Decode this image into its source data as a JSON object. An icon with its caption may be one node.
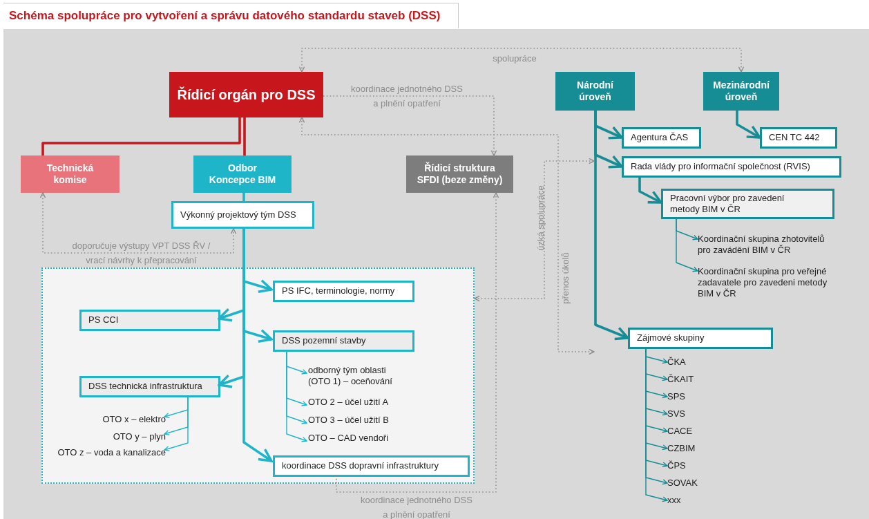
{
  "diagram": {
    "title": "Schéma spolupráce pro vytvoření a správu datového standardu staveb (DSS)",
    "nodes": [
      {
        "text": [
          "Řídicí orgán pro DSS"
        ]
      },
      {
        "text": [
          "Technická komise"
        ]
      },
      {
        "text": [
          "Odbor Koncepce BIM"
        ]
      },
      {
        "text": [
          "Výkonný projektový tým DSS"
        ]
      },
      {
        "text": [
          "Řídicí struktura SFDI (beze změny)"
        ]
      },
      {
        "text": [],
        "shape": "box"
      },
      {
        "text": [
          "PS IFC, terminologie, normy"
        ],
        "in": 5
      },
      {
        "text": [
          "PS CCI"
        ],
        "in": 5
      },
      {
        "text": [
          "DSS pozemní stavby"
        ],
        "in": 5
      },
      {
        "text": [
          "odborný tým oblasti (OTO 1) – oceňování"
        ],
        "in": 5
      },
      {
        "text": [
          "OTO 2 – účel užití A"
        ],
        "in": 5
      },
      {
        "text": [
          "OTO 3 – účel užití B"
        ],
        "in": 5
      },
      {
        "text": [
          "OTO – CAD vendoři"
        ],
        "in": 5
      },
      {
        "text": [
          "DSS technická infrastruktura"
        ],
        "in": 5
      },
      {
        "text": [
          "OTO x – elektro"
        ],
        "in": 5
      },
      {
        "text": [
          "OTO y – plyn"
        ],
        "in": 5
      },
      {
        "text": [
          "OTO z – voda a kanalizace"
        ],
        "in": 5
      },
      {
        "text": [
          "koordinace DSS dopravní infrastruktury"
        ],
        "in": 5
      },
      {
        "text": [
          "Národní úroveň"
        ]
      },
      {
        "text": [
          "Mezinárodní úroveň"
        ]
      },
      {
        "text": [
          "Agentura ČAS"
        ]
      },
      {
        "text": [
          "CEN TC 442"
        ]
      },
      {
        "text": [
          "Rada vlády pro informační společnost (RVIS)"
        ]
      },
      {
        "text": [
          "Pracovní výbor pro zavedení metody BIM v ČR"
        ]
      },
      {
        "text": [
          "Koordinační skupina zhotovitelů pro zavádění BIM v ČR"
        ]
      },
      {
        "text": [
          "Koordinační skupina pro veřejné zadavatele pro zavedeni metody BIM v ČR"
        ]
      },
      {
        "text": [
          "Zájmové skupiny"
        ]
      },
      {
        "text": [
          "ČKA"
        ]
      },
      {
        "text": [
          "ČKAIT"
        ]
      },
      {
        "text": [
          "SPS"
        ]
      },
      {
        "text": [
          "SVS"
        ]
      },
      {
        "text": [
          "CACE"
        ]
      },
      {
        "text": [
          "CZBIM"
        ]
      },
      {
        "text": [
          "ČPS"
        ]
      },
      {
        "text": [
          "SOVAK"
        ]
      },
      {
        "text": [
          "xxx"
        ]
      }
    ],
    "edges": [
      {
        "from": 0,
        "to": 1,
        "arrow": "none",
        "style": "thick",
        "color": "#c8161d"
      },
      {
        "from": 0,
        "to": 2,
        "arrow": "none",
        "style": "thick",
        "color": "#c8161d"
      },
      {
        "from": 2,
        "to": 3,
        "arrow": "none",
        "style": "thick",
        "color": "#1fb5c9"
      },
      {
        "from": 3,
        "to": 6,
        "arrow": "to",
        "style": "thick",
        "color": "#1fb5c9"
      },
      {
        "from": 3,
        "to": 7,
        "arrow": "to",
        "style": "thick",
        "color": "#1fb5c9"
      },
      {
        "from": 3,
        "to": 8,
        "arrow": "to",
        "style": "thick",
        "color": "#1fb5c9"
      },
      {
        "from": 3,
        "to": 13,
        "arrow": "to",
        "style": "thick",
        "color": "#1fb5c9"
      },
      {
        "from": 3,
        "to": 17,
        "arrow": "to",
        "style": "thick",
        "color": "#1fb5c9"
      },
      {
        "from": 8,
        "to": 9,
        "arrow": "to",
        "color": "#1fb5c9"
      },
      {
        "from": 8,
        "to": 10,
        "arrow": "to",
        "color": "#1fb5c9"
      },
      {
        "from": 8,
        "to": 11,
        "arrow": "to",
        "color": "#1fb5c9"
      },
      {
        "from": 8,
        "to": 12,
        "arrow": "to",
        "color": "#1fb5c9"
      },
      {
        "from": 13,
        "to": 14,
        "arrow": "to",
        "color": "#1fb5c9"
      },
      {
        "from": 13,
        "to": 15,
        "arrow": "to",
        "color": "#1fb5c9"
      },
      {
        "from": 13,
        "to": 16,
        "arrow": "to",
        "color": "#1fb5c9"
      },
      {
        "from": 18,
        "to": 20,
        "arrow": "to",
        "style": "thick"
      },
      {
        "from": 18,
        "to": 22,
        "arrow": "to",
        "style": "thick"
      },
      {
        "from": 18,
        "to": 26,
        "arrow": "to",
        "style": "thick"
      },
      {
        "from": 19,
        "to": 21,
        "arrow": "to",
        "style": "thick"
      },
      {
        "from": 22,
        "to": 23,
        "arrow": "to",
        "style": "thick"
      },
      {
        "from": 23,
        "to": 24,
        "arrow": "to"
      },
      {
        "from": 23,
        "to": 25,
        "arrow": "to"
      },
      {
        "from": 26,
        "to": 27,
        "arrow": "to"
      },
      {
        "from": 26,
        "to": 28,
        "arrow": "to"
      },
      {
        "from": 26,
        "to": 29,
        "arrow": "to"
      },
      {
        "from": 26,
        "to": 30,
        "arrow": "to"
      },
      {
        "from": 26,
        "to": 31,
        "arrow": "to"
      },
      {
        "from": 26,
        "to": 32,
        "arrow": "to"
      },
      {
        "from": 26,
        "to": 33,
        "arrow": "to"
      },
      {
        "from": 26,
        "to": 34,
        "arrow": "to"
      },
      {
        "from": 26,
        "to": 35,
        "arrow": "to"
      },
      {
        "from": 0,
        "to": 19,
        "arrow": "both",
        "label": "spolupráce",
        "style": "dashed",
        "color": "#8c8c8c"
      },
      {
        "from": 0,
        "to": 4,
        "arrow": "to",
        "label": "koordinace jednotného DSS a plnění opatření",
        "style": "dashed",
        "color": "#8c8c8c"
      },
      {
        "from": 0,
        "to": null,
        "arrow": "both",
        "label": "přenos úkolů",
        "style": "dashed",
        "color": "#8c8c8c"
      },
      {
        "from": 5,
        "to": null,
        "arrow": "both",
        "label": "úzká spolupráce",
        "style": "dashed",
        "color": "#8c8c8c"
      },
      {
        "from": 17,
        "to": 4,
        "arrow": "to",
        "label": "koordinace jednotného DSS a plnění opatření",
        "style": "dashed",
        "color": "#8c8c8c"
      },
      {
        "from": 3,
        "to": 1,
        "arrow": "both",
        "label": "doporučuje výstupy VPT DSS ŘV / vrací návrhy k přepracování",
        "style": "dashed",
        "color": "#8c8c8c"
      }
    ]
  }
}
